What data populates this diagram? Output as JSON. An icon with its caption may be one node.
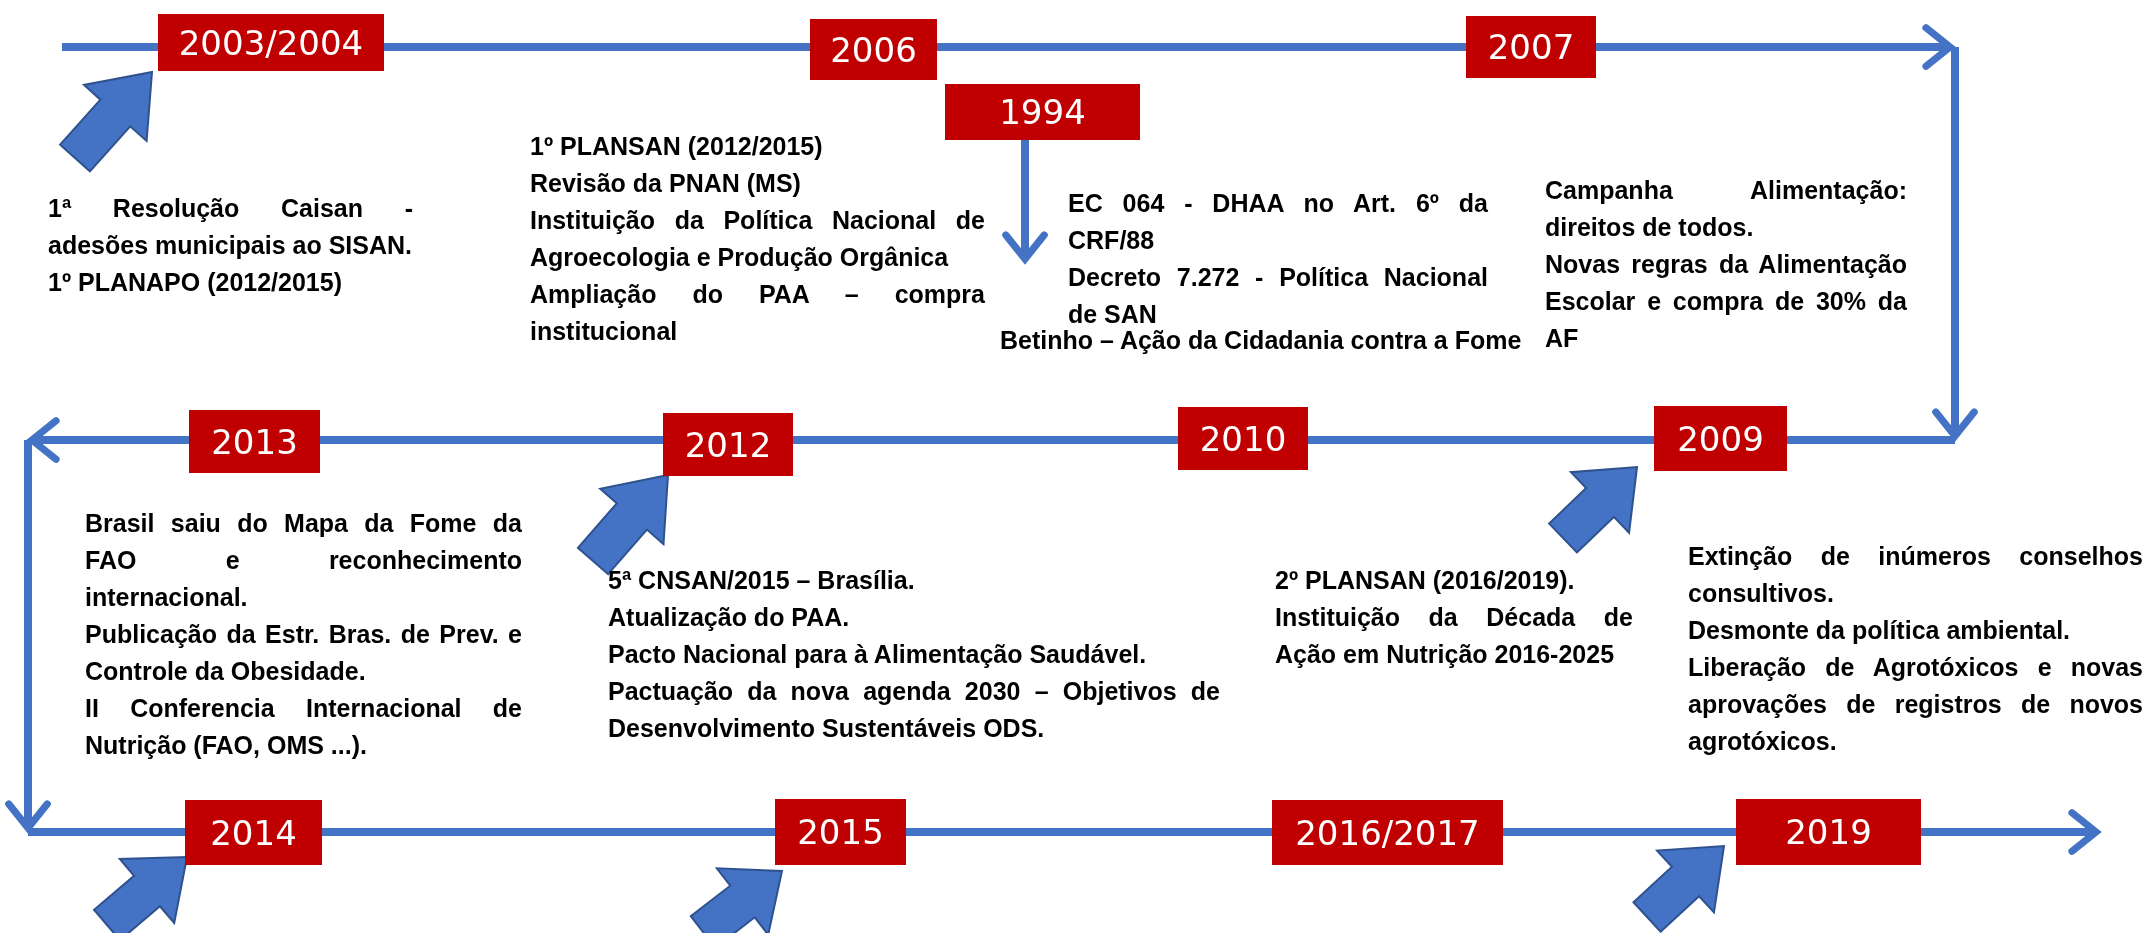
{
  "diagram": {
    "nodes": [
      {
        "text": [
          "2003/2004"
        ]
      },
      {
        "text": [
          "2006"
        ]
      },
      {
        "text": [
          "1994"
        ]
      },
      {
        "text": [
          "2007"
        ]
      },
      {
        "text": [
          "2013"
        ]
      },
      {
        "text": [
          "2012"
        ]
      },
      {
        "text": [
          "2010"
        ]
      },
      {
        "text": [
          "2009"
        ]
      },
      {
        "text": [
          "2014"
        ]
      },
      {
        "text": [
          "2015"
        ]
      },
      {
        "text": [
          "2016/2017"
        ]
      },
      {
        "text": [
          "2019"
        ]
      }
    ],
    "edges": [
      {
        "from": 2,
        "to": null,
        "arrow": "to"
      },
      {
        "from": null,
        "to": 0,
        "arrow": "to",
        "style": "thick"
      },
      {
        "from": null,
        "to": 5,
        "arrow": "to",
        "style": "thick"
      },
      {
        "from": null,
        "to": 7,
        "arrow": "to",
        "style": "thick"
      },
      {
        "from": null,
        "to": 8,
        "arrow": "to",
        "style": "thick"
      },
      {
        "from": null,
        "to": 9,
        "arrow": "to",
        "style": "thick"
      },
      {
        "from": null,
        "to": 11,
        "arrow": "to",
        "style": "thick"
      }
    ],
    "labels": [
      "1ª Resolução Caisan - adesões municipais ao SISAN.",
      "1º PLANAPO (2012/2015)",
      "1º PLANSAN (2012/2015)",
      "Revisão da PNAN (MS)",
      "Instituição da Política Nacional de Agroecologia e Produção Orgânica",
      "Ampliação do PAA – compra institucional",
      "EC 064 - DHAA no Art. 6º da CRF/88",
      "Decreto 7.272 - Política Nacional de SAN",
      "Betinho – Ação da Cidadania contra a Fome",
      "Campanha Alimentação: direitos de todos.",
      "Novas regras da Alimentação Escolar e compra de 30% da AF",
      "Brasil saiu do Mapa da Fome da FAO e reconhecimento internacional.",
      "Publicação da Estr. Bras. de Prev. e Controle da Obesidade.",
      "II Conferencia Internacional de Nutrição (FAO, OMS ...).",
      "5ª CNSAN/2015 – Brasília.",
      "Atualização do PAA.",
      "Pacto Nacional para à Alimentação Saudável.",
      "Pactuação da nova agenda 2030 – Objetivos de Desenvolvimento Sustentáveis ODS.",
      "2º PLANSAN (2016/2019).",
      "Instituição da Década de Ação em Nutrição 2016-2025",
      "Extinção de inúmeros conselhos consultivos.",
      "Desmonte da política ambiental.",
      "Liberação de Agrotóxicos e novas aprovações de registros de novos agrotóxicos."
    ]
  }
}
